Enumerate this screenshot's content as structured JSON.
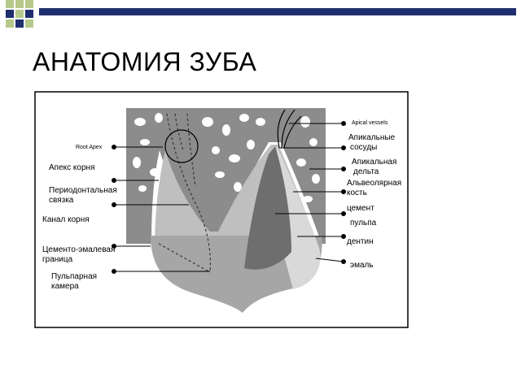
{
  "slide": {
    "title": "АНАТОМИЯ ЗУБА"
  },
  "figure": {
    "labels_left": {
      "root_apex": "Root Apex",
      "apex": "Апекс корня",
      "periodontal_1": "Периодонтальная",
      "periodontal_2": "связка",
      "canal": "Канал корня",
      "cej_1": "Цементо-эмалевая",
      "cej_2": "граница",
      "pulp_chamber_1": "Пульпарная",
      "pulp_chamber_2": "камера"
    },
    "labels_right": {
      "apical_vessels": "Apical vessels",
      "vessels_1": "Апикальные",
      "vessels_2": "сосуды",
      "delta_1": "Апикальная",
      "delta_2": "дельта",
      "alveolar_1": "Альвеолярная",
      "alveolar_2": "кость",
      "cement": "цемент",
      "pulp": "пульпа",
      "dentin": "дентин",
      "enamel": "эмаль"
    }
  },
  "colors": {
    "accent_green": "#b7c98a",
    "accent_navy": "#1f2e6e",
    "bone": "#8c8c8c",
    "enamel": "#d9d9d9"
  }
}
